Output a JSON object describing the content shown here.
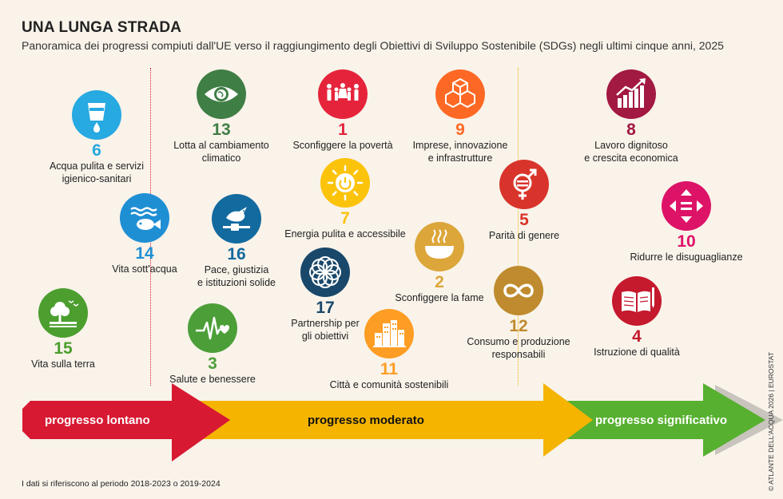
{
  "title": "UNA LUNGA STRADA",
  "subtitle": "Panoramica dei progressi compiuti dall'UE verso il raggiungimento degli Obiettivi di Sviluppo Sostenibile (SDGs) negli ultimi cinque anni, 2025",
  "zones": [
    {
      "label": "progresso lontano",
      "color": "#d71932"
    },
    {
      "label": "progresso moderato",
      "color": "#f4b400"
    },
    {
      "label": "progresso significativo",
      "color": "#57b030"
    }
  ],
  "goals": [
    {
      "id": "g6",
      "number": "6",
      "label": "Acqua pulita e servizi\nigienico-sanitari",
      "color": "#27a9e1",
      "icon": "water-glass-icon"
    },
    {
      "id": "g14",
      "number": "14",
      "label": "Vita sott'acqua",
      "color": "#1f8fd4",
      "icon": "fish-icon"
    },
    {
      "id": "g15",
      "number": "15",
      "label": "Vita sulla terra",
      "color": "#4c9e2f",
      "icon": "tree-icon"
    },
    {
      "id": "g13",
      "number": "13",
      "label": "Lotta al cambiamento\nclimatico",
      "color": "#3f7e44",
      "icon": "eye-globe-icon"
    },
    {
      "id": "g16",
      "number": "16",
      "label": "Pace, giustizia\ne istituzioni solide",
      "color": "#136a9f",
      "icon": "dove-icon"
    },
    {
      "id": "g3",
      "number": "3",
      "label": "Salute e benessere",
      "color": "#4c9f38",
      "icon": "heartbeat-icon"
    },
    {
      "id": "g1",
      "number": "1",
      "label": "Sconfiggere la povertà",
      "color": "#e5243b",
      "icon": "family-icon"
    },
    {
      "id": "g7",
      "number": "7",
      "label": "Energia pulita e accessibile",
      "color": "#fcc30b",
      "icon": "power-sun-icon"
    },
    {
      "id": "g17",
      "number": "17",
      "label": "Partnership per\ngli obiettivi",
      "color": "#19486a",
      "icon": "flower-rings-icon"
    },
    {
      "id": "g11",
      "number": "11",
      "label": "Città e comunità sostenibili",
      "color": "#fd9d24",
      "icon": "buildings-icon"
    },
    {
      "id": "g9",
      "number": "9",
      "label": "Imprese, innovazione\ne infrastrutture",
      "color": "#fd6925",
      "icon": "cubes-icon"
    },
    {
      "id": "g2",
      "number": "2",
      "label": "Sconfiggere la fame",
      "color": "#dda63a",
      "icon": "bowl-icon"
    },
    {
      "id": "g5",
      "number": "5",
      "label": "Parità di genere",
      "color": "#d9342b",
      "icon": "gender-icon"
    },
    {
      "id": "g12",
      "number": "12",
      "label": "Consumo e produzione\nresponsabili",
      "color": "#bf8b2e",
      "icon": "infinity-icon"
    },
    {
      "id": "g8",
      "number": "8",
      "label": "Lavoro dignitoso\ne crescita economica",
      "color": "#a21942",
      "icon": "growth-chart-icon"
    },
    {
      "id": "g10",
      "number": "10",
      "label": "Ridurre le disuguaglianze",
      "color": "#dd1367",
      "icon": "equality-arrows-icon"
    },
    {
      "id": "g4",
      "number": "4",
      "label": "Istruzione di qualità",
      "color": "#c5192d",
      "icon": "book-icon"
    }
  ],
  "footnote": "I dati si riferiscono al periodo 2018-2023 o 2019-2024",
  "credit": "© ATLANTE DELL'ACQUA 2026 | EUROSTAT"
}
